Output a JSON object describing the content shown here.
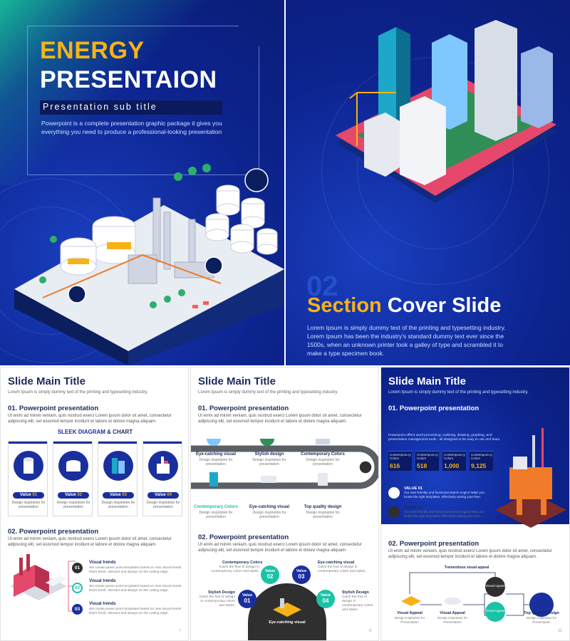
{
  "cover": {
    "title_line1": "ENERGY",
    "title_line2": "PRESENTAION",
    "subtitle": "Presentation sub title",
    "description": "Powerpoint is a complete presentation graphic package it gives you everything you need to produce a professional-looking presentation"
  },
  "section": {
    "number": "02",
    "title_highlight": "Section",
    "title_rest": " Cover Slide",
    "description": "Lorem Ipsum is simply dummy text of the printing and typesetting industry. Lorem Ipsum has been the industry's standard dummy text ever since the 1500s, when an unknown printer took a galley of type and scrambled it to make a type specimen book."
  },
  "slide3": {
    "title": "Slide Main Title",
    "subtitle": "Lorem Ipsum is simply dummy text of the printing and typesetting industry.",
    "h1": "01. Powerpoint presentation",
    "p1": "Ut enim ad minim veniam, quis nostrud exerci  Lorem ipsum dolor sit amet, consectetur adipiscing elit, set eiusmod tempor incidunt et labore et dolore magna aliquam.",
    "diagram_title_a": "SLEEK DIAGRAM",
    "diagram_title_b": " & CHART",
    "cards": [
      {
        "label": "Value ",
        "num": "01",
        "caption": "Design inspiration for presentation"
      },
      {
        "label": "Value ",
        "num": "02",
        "caption": "Design inspiration for presentation"
      },
      {
        "label": "Value ",
        "num": "03",
        "caption": "Design inspiration for presentation"
      },
      {
        "label": "Value ",
        "num": "04",
        "caption": "Design inspiration for presentation"
      }
    ],
    "h2": "02. Powerpoint presentation",
    "p2": "Ut enim ad minim veniam, quis nostrud exerci  Lorem ipsum dolor sit amet, consectetur adipiscing elit, set eiusmod tempor incidunt et labore et dolore magna aliquam.",
    "items": [
      {
        "num": "01",
        "title": "Visual trends",
        "text": "We create power point templates based on new visual trends that's fresh, relevant and always on the cutting edge."
      },
      {
        "num": "02",
        "title": "Visual trends",
        "text": "We create power point templates based on new visual trends that's fresh, relevant and always on the cutting edge."
      },
      {
        "num": "03",
        "title": "Visual trends",
        "text": "We create power point templates based on new visual trends that's fresh, relevant and always on the cutting edge."
      }
    ],
    "page": "7"
  },
  "slide4": {
    "title": "Slide Main Title",
    "subtitle": "Lorem Ipsum is simply dummy text of the printing and typesetting industry.",
    "h1": "01. Powerpoint presentation",
    "p1": "Ut enim ad minim veniam, quis nostrud exerci  Lorem ipsum dolor sit amet, consectetur adipiscing elit, set eiusmod tempor incidunt et labore et dolore magna aliquam.",
    "pipe": [
      {
        "label": "Eye-catching visual",
        "caption": "Design inspiration for presentation"
      },
      {
        "label": "Stylish design",
        "caption": "Design inspiration for presentation"
      },
      {
        "label": "Contemporary Colors",
        "caption": "Design inspiration for presentation"
      },
      {
        "label": "Contemporary Colors",
        "caption": "Design inspiration for presentation"
      },
      {
        "label": "Eye-catching visual",
        "caption": "Design inspiration for presentation"
      },
      {
        "label": "Top quality design",
        "caption": "Design inspiration for presentation"
      }
    ],
    "h2": "02. Powerpoint presentation",
    "p2": "Ut enim ad minim veniam, quis nostrud exerci  Lorem ipsum dolor sit amet, consectetur adipiscing elit, set eiusmod tempor incidunt et labore et dolore magna aliquam.",
    "values": [
      {
        "label": "Value",
        "num": "01"
      },
      {
        "label": "Value",
        "num": "02"
      },
      {
        "label": "Value",
        "num": "03"
      },
      {
        "label": "Value",
        "num": "04"
      }
    ],
    "side": [
      {
        "title": "Contemporary Colors",
        "text": "Catch the flow of design in contemporary colors and styles."
      },
      {
        "title": "Eye-catching visual",
        "text": "Catch the fool of design in contemporary colors and styles."
      },
      {
        "title": "Stylish Design",
        "text": "Catch the fool of design in contemporary colors and styles."
      },
      {
        "title": "Stylish Design",
        "text": "Catch the fool of design in contemporary colors and styles."
      }
    ],
    "center_label": "Eye-catching visual",
    "page": "8"
  },
  "slide5": {
    "title": "Slide Main Title",
    "subtitle": "Lorem Ipsum is simply dummy text of the printing and typesetting industry.",
    "h1": "01. Powerpoint presentation",
    "intro": "Powerpoint offers word processing, outlining, drawing, graphing, and presentation management tools - all designed to be easy to use and learn.",
    "stats": [
      {
        "label": "Contempora ry Colors",
        "value": "616"
      },
      {
        "label": "Contempora ry Colors",
        "value": "518"
      },
      {
        "label": "Contempora ry Colors",
        "value": "1,000"
      },
      {
        "label": "Contempora ry Colors",
        "value": "9,125"
      }
    ],
    "values": [
      {
        "title": "VALUE 01",
        "text": "Our user-friendly and functional search engine helps you locate the right templates, effectively saving your time."
      },
      {
        "title": "VALUE 02",
        "text": "Our user-friendly and functional search engine helps you locate the right templates, effectively saving your time."
      }
    ],
    "h2": "02. Powerpoint presentation",
    "p2": "Ut enim ad minim veniam, quis nostrud exerci  Lorem ipsum dolor sit amet, consectetur adipiscing elit, set eiusmod tempor incidunt et labore et dolore magna aliquam.",
    "flow_top": "Tremendous visual appeal",
    "flow": [
      {
        "title": "Visual Appeal",
        "text": "Design inspiration for Presentation"
      },
      {
        "title": "Visual Appeal",
        "text": "Design inspiration for Presentation"
      },
      {
        "title": "Top Quality Design",
        "text": "Design inspiration for Presentation"
      }
    ],
    "node_a": "Visual Appeal",
    "node_b": "Visual Appeal",
    "page": "21"
  },
  "colors": {
    "navy": "#0d2490",
    "accent_yellow": "#f7b315",
    "teal": "#1bc2a6",
    "dark_grey": "#2f2f2f"
  }
}
